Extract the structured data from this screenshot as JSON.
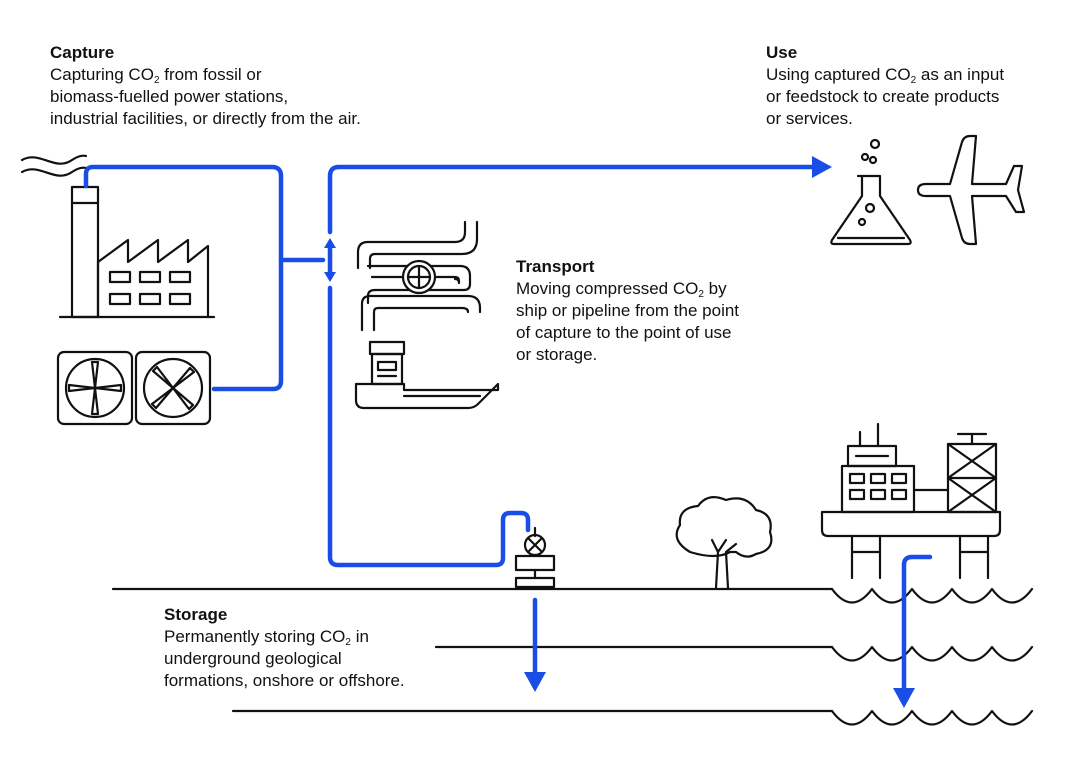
{
  "capture": {
    "title": "Capture",
    "line1_pre": "Capturing CO",
    "line1_sub": "2",
    "line1_post": " from fossil or",
    "line2": "biomass-fuelled power stations,",
    "line3": "industrial facilities, or directly from the air."
  },
  "use": {
    "title": "Use",
    "line1_pre": "Using captured CO",
    "line1_sub": "2",
    "line1_post": " as an input",
    "line2": "or feedstock to create products",
    "line3": "or services."
  },
  "transport": {
    "title": "Transport",
    "line1_pre": "Moving compressed CO",
    "line1_sub": "2",
    "line1_post": " by",
    "line2": "ship or pipeline from the point",
    "line3": "of capture to the point of use",
    "line4": "or storage."
  },
  "storage": {
    "title": "Storage",
    "line1_pre": "Permanently storing CO",
    "line1_sub": "2",
    "line1_post": " in",
    "line2": "underground geological",
    "line3": "formations, onshore or offshore."
  },
  "colors": {
    "flow": "#1a4de6",
    "ink": "#111111"
  },
  "icons": [
    "factory-icon",
    "direct-air-capture-fan-icon",
    "pipeline-icon",
    "valve-icon",
    "ship-icon",
    "flask-icon",
    "airplane-icon",
    "tree-icon",
    "wellhead-icon",
    "offshore-platform-icon",
    "wave-icon"
  ]
}
